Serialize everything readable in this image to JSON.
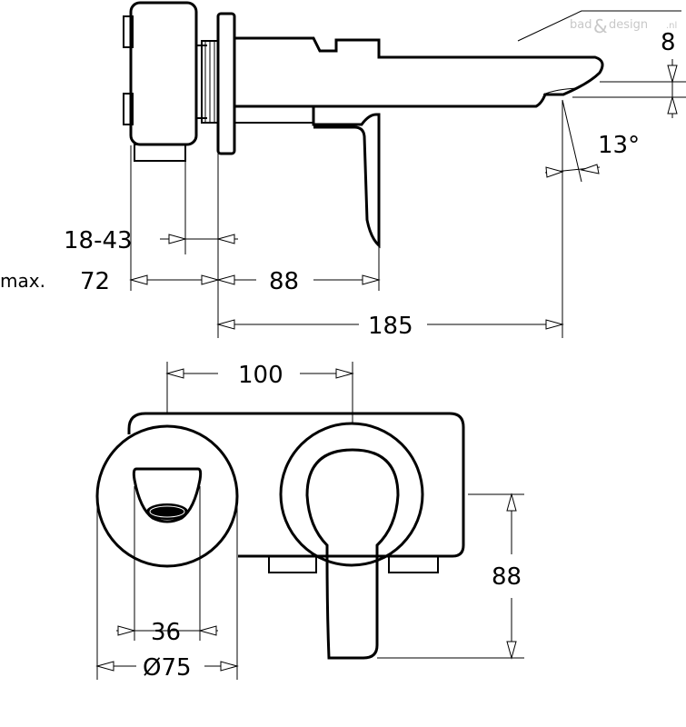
{
  "watermark": {
    "brand_left": "bad",
    "brand_amp": "&",
    "brand_right": "design",
    "brand_tld": ".nl"
  },
  "side_view": {
    "dim_spout_height": "8",
    "dim_angle": "13°",
    "dim_wall_range": "18-43",
    "dim_max_prefix": "max.",
    "dim_max_value": "72",
    "dim_handle_depth": "88",
    "dim_total_projection": "185"
  },
  "front_view": {
    "dim_center_distance": "100",
    "dim_spout_width": "36",
    "dim_rosette_diameter": "Ø75",
    "dim_handle_height": "88"
  }
}
